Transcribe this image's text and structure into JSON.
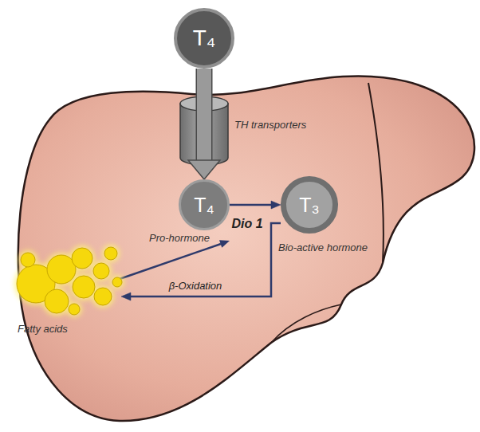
{
  "diagram": {
    "nodes": [
      {
        "text": [
          "T₄"
        ]
      },
      {
        "text": [
          "T₄",
          "Pro-hormone"
        ]
      },
      {
        "text": [
          "T₃",
          "Bio-active hormone"
        ]
      },
      {
        "text": [
          "Fatty acids"
        ]
      }
    ],
    "edges": [
      {
        "from": 0,
        "to": 1,
        "arrow": "to"
      },
      {
        "from": 1,
        "to": 2,
        "label": "Dio 1",
        "arrow": "to"
      },
      {
        "from": 2,
        "to": 3,
        "label": "β-Oxidation",
        "arrow": "to"
      }
    ],
    "labels": [
      "TH transporters"
    ]
  }
}
